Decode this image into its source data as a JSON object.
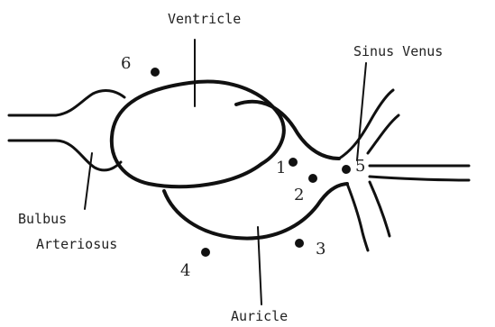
{
  "labels": {
    "ventricle": "Ventricle",
    "sinus_venus": "Sinus Venus",
    "bulbus_line1": "Bulbus",
    "bulbus_line2": "Arteriosus",
    "auricle": "Auricle"
  },
  "points": {
    "p1": "1",
    "p2": "2",
    "p3": "3",
    "p4": "4",
    "p5": "5",
    "p6": "6"
  },
  "colors": {
    "ink": "#111111",
    "background": "#ffffff"
  }
}
